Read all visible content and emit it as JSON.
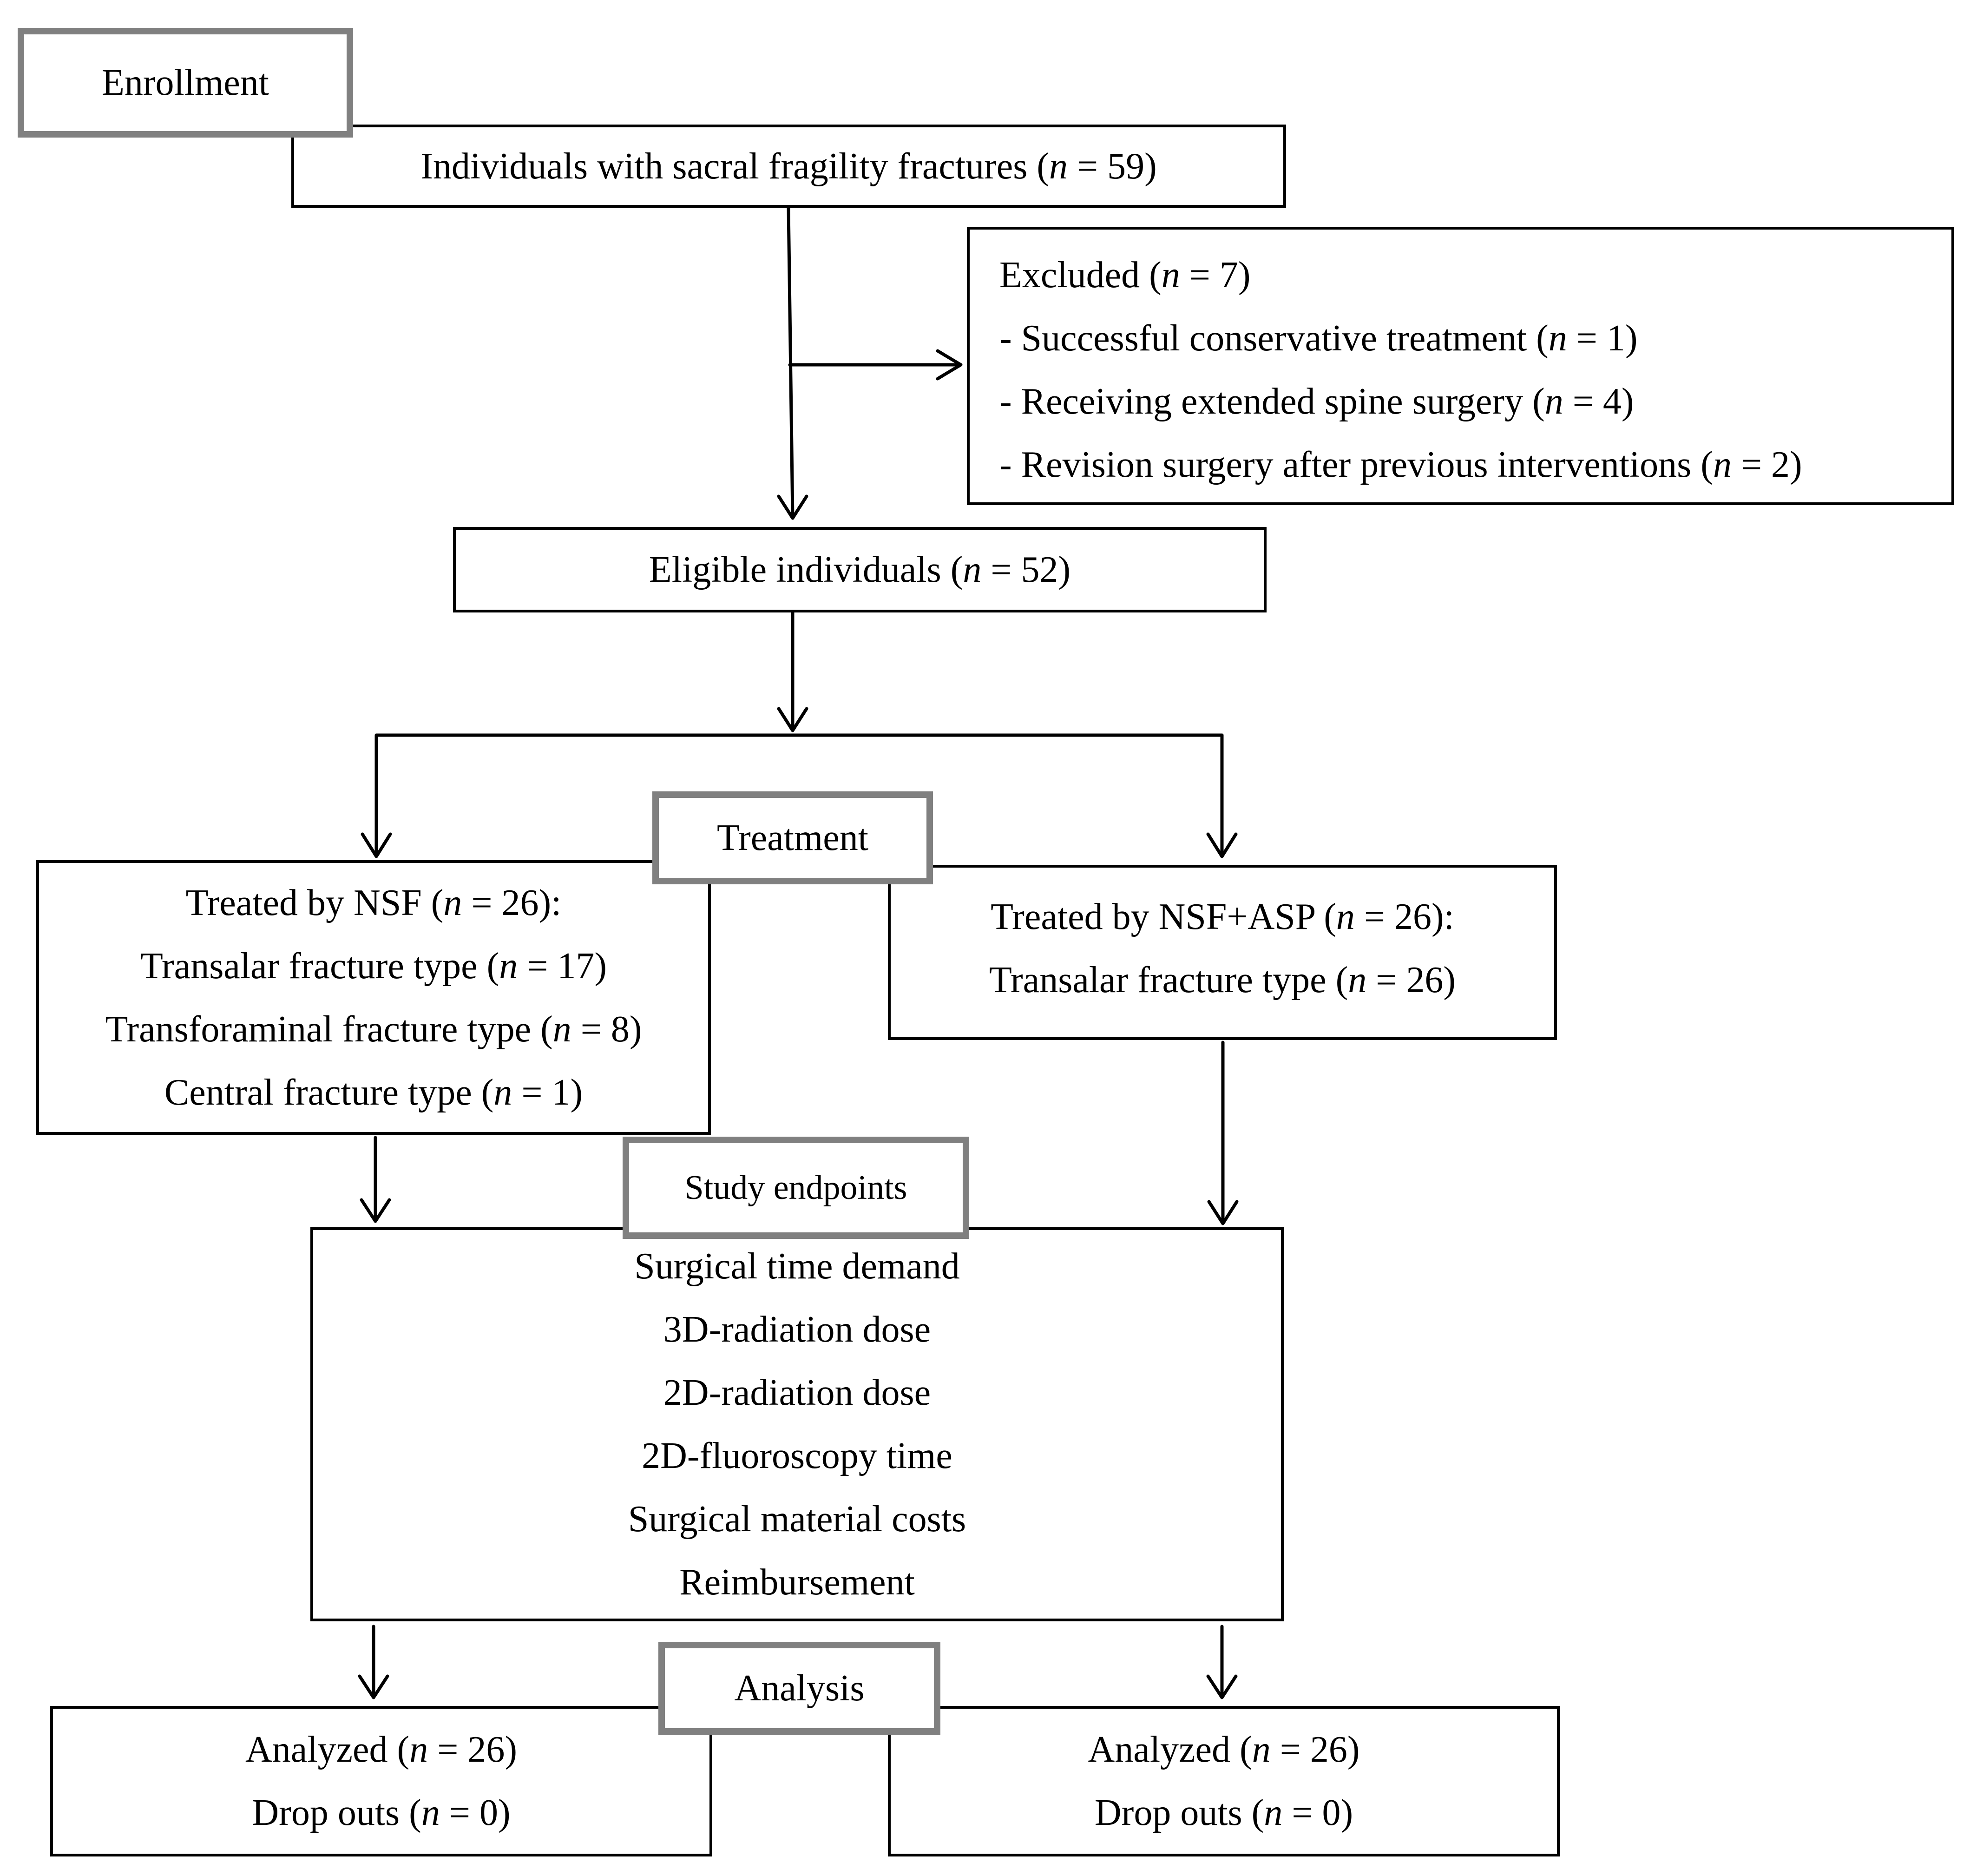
{
  "stages": {
    "enrollment": "Enrollment",
    "treatment": "Treatment",
    "endpoints": "Study endpoints",
    "analysis": "Analysis"
  },
  "boxes": {
    "initial": {
      "text": "Individuals with sacral fragility fractures (",
      "var": "n",
      "value": " = 59)"
    },
    "excluded": {
      "header": {
        "text": "Excluded (",
        "var": "n",
        "value": " = 7)"
      },
      "items": [
        {
          "text": "- Successful conservative treatment (",
          "var": "n",
          "value": " = 1)"
        },
        {
          "text": "- Receiving extended spine surgery (",
          "var": "n",
          "value": " = 4)"
        },
        {
          "text": "- Revision surgery after previous interventions (",
          "var": "n",
          "value": " = 2)"
        }
      ]
    },
    "eligible": {
      "text": "Eligible individuals (",
      "var": "n",
      "value": " = 52)"
    },
    "nsf": [
      {
        "text": "Treated by NSF (",
        "var": "n",
        "value": " = 26):"
      },
      {
        "text": "Transalar fracture type (",
        "var": "n",
        "value": " = 17)"
      },
      {
        "text": "Transforaminal fracture type (",
        "var": "n",
        "value": " = 8)"
      },
      {
        "text": "Central fracture type (",
        "var": "n",
        "value": " = 1)"
      }
    ],
    "nsf_asp": [
      {
        "text": "Treated by NSF+ASP (",
        "var": "n",
        "value": " = 26):"
      },
      {
        "text": "Transalar fracture type (",
        "var": "n",
        "value": " = 26)"
      }
    ],
    "endpoints": [
      "Surgical time demand",
      "3D-radiation dose",
      "2D-radiation dose",
      "2D-fluoroscopy time",
      "Surgical material costs",
      "Reimbursement"
    ],
    "analysis_left": [
      {
        "text": "Analyzed (",
        "var": "n",
        "value": " = 26)"
      },
      {
        "text": "Drop outs (",
        "var": "n",
        "value": " = 0)"
      }
    ],
    "analysis_right": [
      {
        "text": "Analyzed (",
        "var": "n",
        "value": " = 26)"
      },
      {
        "text": "Drop outs (",
        "var": "n",
        "value": " = 0)"
      }
    ]
  }
}
